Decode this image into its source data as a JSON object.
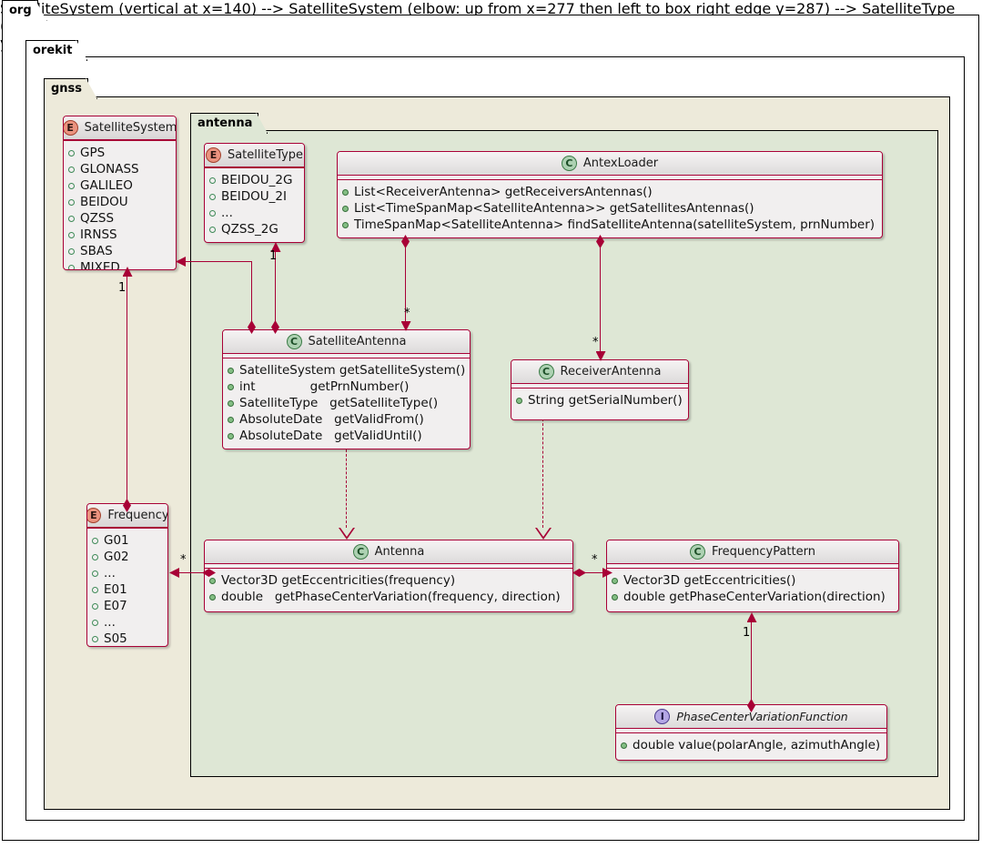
{
  "packages": [
    {
      "name": "org"
    },
    {
      "name": "orekit"
    },
    {
      "name": "gnss"
    },
    {
      "name": "antenna"
    }
  ],
  "nodes": {
    "satellite_system": {
      "stereotype": "E",
      "title": "SatelliteSystem",
      "members": [
        "GPS",
        "GLONASS",
        "GALILEO",
        "BEIDOU",
        "QZSS",
        "IRNSS",
        "SBAS",
        "MIXED"
      ]
    },
    "satellite_type": {
      "stereotype": "E",
      "title": "SatelliteType",
      "members": [
        "BEIDOU_2G",
        "BEIDOU_2I",
        "...",
        "QZSS_2G"
      ]
    },
    "antex_loader": {
      "stereotype": "C",
      "title": "AntexLoader",
      "members": [
        "List<ReceiverAntenna> getReceiversAntennas()",
        "List<TimeSpanMap<SatelliteAntenna>> getSatellitesAntennas()",
        "TimeSpanMap<SatelliteAntenna> findSatelliteAntenna(satelliteSystem, prnNumber)"
      ]
    },
    "satellite_antenna": {
      "stereotype": "C",
      "title": "SatelliteAntenna",
      "members": [
        "SatelliteSystem getSatelliteSystem()",
        "int              getPrnNumber()",
        "SatelliteType   getSatelliteType()",
        "AbsoluteDate   getValidFrom()",
        "AbsoluteDate   getValidUntil()"
      ]
    },
    "receiver_antenna": {
      "stereotype": "C",
      "title": "ReceiverAntenna",
      "members": [
        "String getSerialNumber()"
      ]
    },
    "frequency": {
      "stereotype": "E",
      "title": "Frequency",
      "members": [
        "G01",
        "G02",
        "...",
        "E01",
        "E07",
        "...",
        "S05"
      ]
    },
    "antenna": {
      "stereotype": "C",
      "title": "Antenna",
      "members": [
        "Vector3D getEccentricities(frequency)",
        "double   getPhaseCenterVariation(frequency, direction)"
      ]
    },
    "frequency_pattern": {
      "stereotype": "C",
      "title": "FrequencyPattern",
      "members": [
        "Vector3D getEccentricities()",
        "double getPhaseCenterVariation(direction)"
      ]
    },
    "phase_center_variation_function": {
      "stereotype": "I",
      "title": "PhaseCenterVariationFunction",
      "members": [
        "double value(polarAngle, azimuthAngle)"
      ]
    }
  },
  "multiplicities": {
    "frequency_to_satellitesystem": "1",
    "satelliteantenna_to_satellitetype": "1",
    "antexloader_to_satelliteantenna": "*",
    "antexloader_to_receiverantenna": "*",
    "antenna_to_frequency": "*",
    "antenna_to_frequencypattern": "*",
    "pcvf_to_frequencypattern": "1"
  },
  "colors": {
    "node_border": "#A80036",
    "gnss_package_bg": "#EDEADA",
    "antenna_package_bg": "#DEE7D5",
    "class_badge": "#ADD1B2",
    "enum_badge": "#EB937F",
    "interface_badge": "#B4A7E5",
    "public_member": "#84BE84"
  }
}
